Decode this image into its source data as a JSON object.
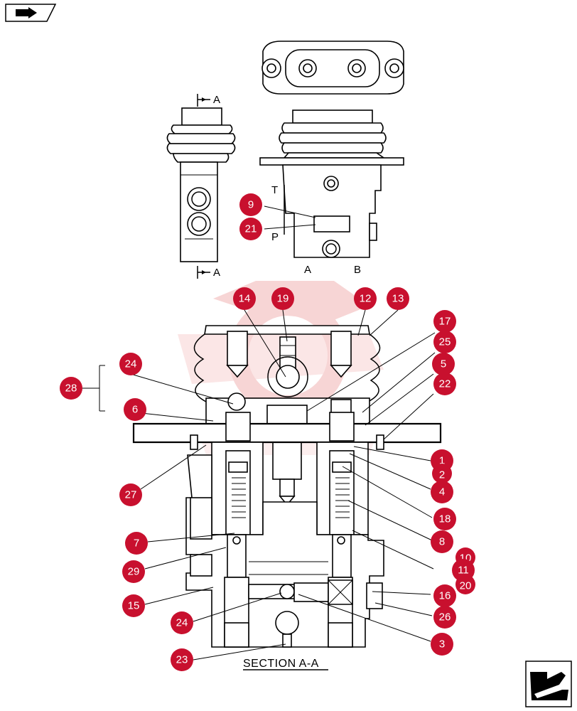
{
  "colors": {
    "callout": "#c8102e",
    "watermark": "#f1b4b4",
    "line": "#000000"
  },
  "icons": {
    "top_left": "folder-arrow-icon",
    "bottom_right": "next-page-arrow-icon"
  },
  "view_labels": {
    "section_top": "A",
    "section_bottom": "A",
    "port_t": "T",
    "port_p": "P",
    "port_a": "A",
    "port_b": "B"
  },
  "section_title": "SECTION  A-A",
  "callouts": {
    "c1": "1",
    "c2": "2",
    "c3": "3",
    "c4": "4",
    "c5": "5",
    "c6": "6",
    "c7": "7",
    "c8": "8",
    "c9": "9",
    "c10": "10",
    "c11": "11",
    "c12": "12",
    "c13": "13",
    "c14": "14",
    "c15": "15",
    "c16": "16",
    "c17": "17",
    "c18": "18",
    "c19": "19",
    "c20": "20",
    "c21": "21",
    "c22": "22",
    "c23": "23",
    "c24a": "24",
    "c24b": "24",
    "c25": "25",
    "c26": "26",
    "c27": "27",
    "c28": "28",
    "c29": "29"
  }
}
